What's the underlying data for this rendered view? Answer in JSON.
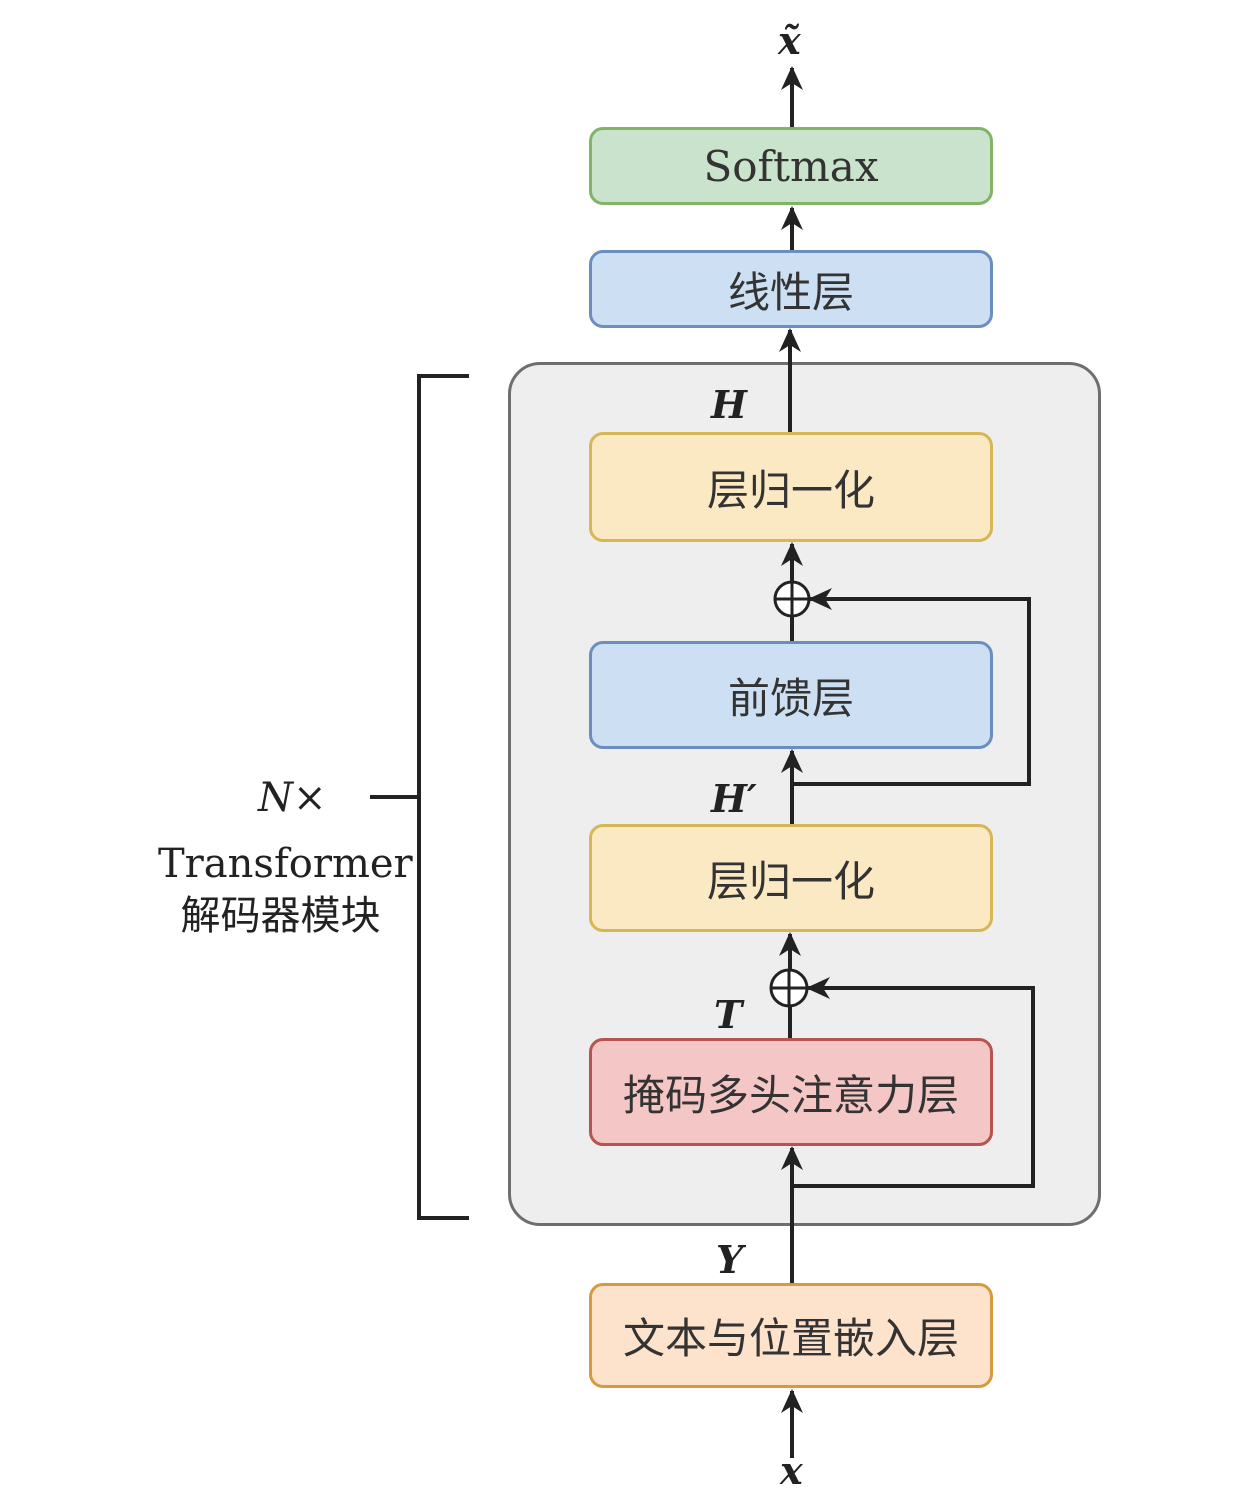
{
  "diagram": {
    "output_label": "x̃",
    "input_label": "x",
    "softmax": "Softmax",
    "linear": "线性层",
    "layernorm_top": "层归一化",
    "feedforward": "前馈层",
    "layernorm_bottom": "层归一化",
    "masked_attention": "掩码多头注意力层",
    "embedding": "文本与位置嵌入层",
    "label_H": "H",
    "label_H_prime": "H′",
    "label_T": "T",
    "label_Y": "Y",
    "repeat_count": "N×",
    "block_name_line1": "Transformer",
    "block_name_line2": "解码器模块"
  },
  "colors": {
    "green_fill": "#c9e3cc",
    "green_border": "#82b366",
    "blue_fill": "#cddff3",
    "blue_border": "#6c8ebf",
    "yellow_fill": "#fbe9c4",
    "yellow_border": "#d6b656",
    "red_fill": "#f4c6c6",
    "red_border": "#b85450",
    "orange_fill": "#fde2cc",
    "orange_border": "#d79b3f"
  }
}
